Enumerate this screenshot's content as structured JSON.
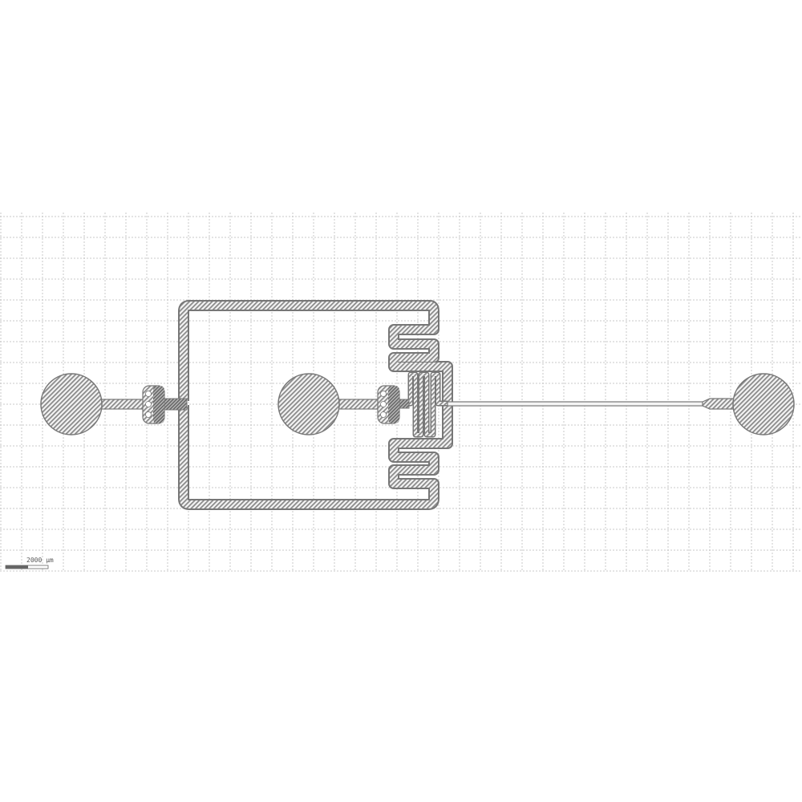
{
  "diagram": {
    "type": "microfluidic chip layout",
    "feature_fill": "hatched",
    "colors": {
      "outline": "#777777",
      "hatch": "#8a8a8a",
      "grid": "#c8c8c8",
      "background": "#ffffff"
    },
    "components": [
      "inlet-pad-left",
      "filter-junction-left",
      "bypass-loop",
      "inlet-pad-center",
      "filter-junction-center",
      "serpentine-top",
      "meander-mixer",
      "serpentine-bottom",
      "outlet-channel",
      "outlet-pad-right"
    ]
  },
  "scale_bar": {
    "label": "2000 µm"
  }
}
